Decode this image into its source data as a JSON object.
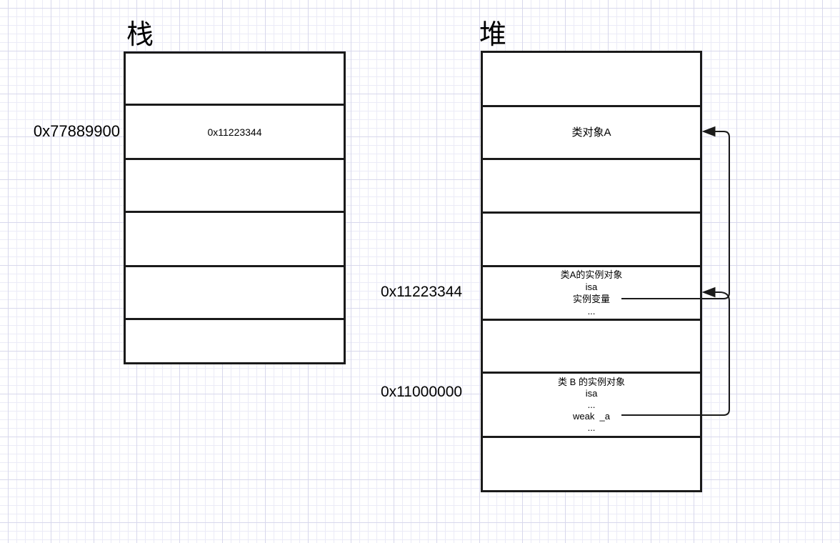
{
  "stack": {
    "title": "栈",
    "address_label": "0x77889900",
    "rows": [
      "",
      "0x11223344",
      "",
      "",
      "",
      ""
    ]
  },
  "heap": {
    "title": "堆",
    "address_labels": [
      "0x11223344",
      "0x11000000"
    ],
    "rows": [
      {
        "lines": []
      },
      {
        "lines": [
          "类对象A"
        ]
      },
      {
        "lines": []
      },
      {
        "lines": []
      },
      {
        "lines": [
          "类A的实例对象",
          "isa",
          "实例变量",
          "..."
        ]
      },
      {
        "lines": []
      },
      {
        "lines": [
          "类 B 的实例对象",
          "isa",
          "...",
          "weak  _a",
          "..."
        ]
      },
      {
        "lines": []
      }
    ]
  },
  "arrows": [
    {
      "name": "isa-pointer",
      "from": "实例变量 (类A的实例对象)",
      "to": "类对象A"
    },
    {
      "name": "weak-pointer",
      "from": "weak  _a (类 B 的实例对象)",
      "to": "类A的实例对象"
    }
  ],
  "colors": {
    "line": "#1a1a1a",
    "text": "#000000",
    "background": "#ffffff",
    "grid_minor": "#ebebf7",
    "grid_major": "#d8d8ec"
  }
}
